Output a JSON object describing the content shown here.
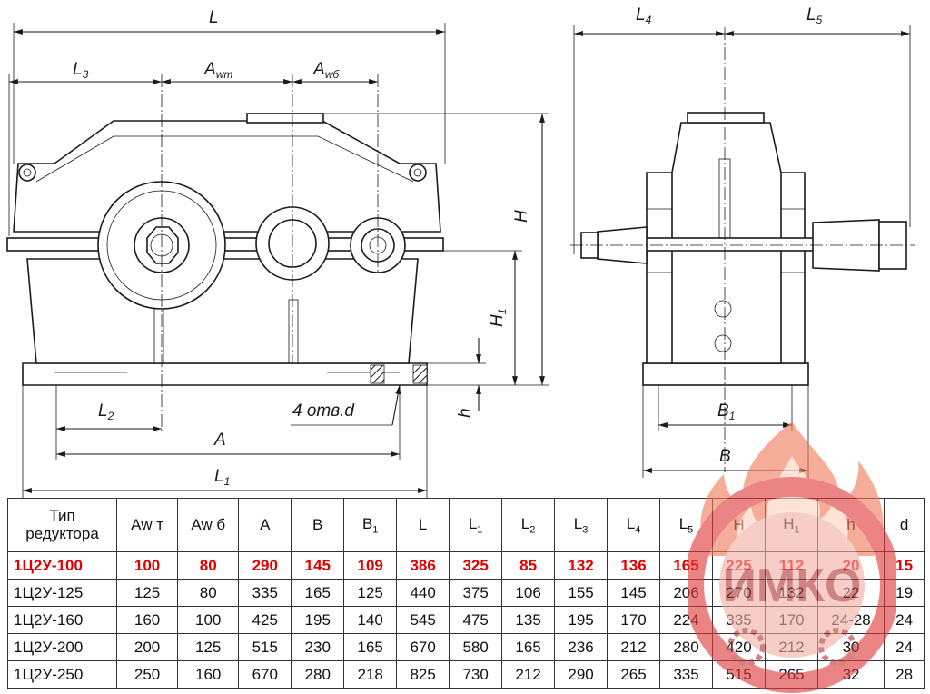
{
  "labels": {
    "L": "L",
    "L3": "L",
    "L3_sub": "3",
    "Awt": "A",
    "Awt_sub": "wт",
    "Awb": "A",
    "Awb_sub": "wб",
    "H": "H",
    "H1": "H",
    "H1_sub": "1",
    "h": "h",
    "L2": "L",
    "L2_sub": "2",
    "holes": "4 отв.d",
    "A": "A",
    "L1": "L",
    "L1_sub": "1",
    "L4": "L",
    "L4_sub": "4",
    "L5": "L",
    "L5_sub": "5",
    "B1": "B",
    "B1_sub": "1",
    "B": "B"
  },
  "table": {
    "header": {
      "type_line1": "Тип",
      "type_line2": "редуктора",
      "awt": "Aw т",
      "awb": "Aw б",
      "a": "A",
      "b": "B",
      "b1": "B",
      "b1_sub": "1",
      "l": "L",
      "l1": "L",
      "l1_sub": "1",
      "l2": "L",
      "l2_sub": "2",
      "l3": "L",
      "l3_sub": "3",
      "l4": "L",
      "l4_sub": "4",
      "l5": "L",
      "l5_sub": "5",
      "h_big": "H",
      "h1": "H",
      "h1_sub": "1",
      "h_small": "h",
      "d": "d"
    },
    "rows": [
      {
        "type": "1Ц2У-100",
        "awt": "100",
        "awb": "80",
        "a": "290",
        "b": "145",
        "b1": "109",
        "l": "386",
        "l1": "325",
        "l2": "85",
        "l3": "132",
        "l4": "136",
        "l5": "165",
        "h_big": "225",
        "h1": "112",
        "h_small": "20",
        "d": "15"
      },
      {
        "type": "1Ц2У-125",
        "awt": "125",
        "awb": "80",
        "a": "335",
        "b": "165",
        "b1": "125",
        "l": "440",
        "l1": "375",
        "l2": "106",
        "l3": "155",
        "l4": "145",
        "l5": "206",
        "h_big": "270",
        "h1": "132",
        "h_small": "22",
        "d": "19"
      },
      {
        "type": "1Ц2У-160",
        "awt": "160",
        "awb": "100",
        "a": "425",
        "b": "195",
        "b1": "140",
        "l": "545",
        "l1": "475",
        "l2": "135",
        "l3": "195",
        "l4": "170",
        "l5": "224",
        "h_big": "335",
        "h1": "170",
        "h_small": "24-28",
        "d": "24"
      },
      {
        "type": "1Ц2У-200",
        "awt": "200",
        "awb": "125",
        "a": "515",
        "b": "230",
        "b1": "165",
        "l": "670",
        "l1": "580",
        "l2": "165",
        "l3": "236",
        "l4": "212",
        "l5": "280",
        "h_big": "420",
        "h1": "212",
        "h_small": "30",
        "d": "24"
      },
      {
        "type": "1Ц2У-250",
        "awt": "250",
        "awb": "160",
        "a": "670",
        "b": "280",
        "b1": "218",
        "l": "825",
        "l1": "730",
        "l2": "212",
        "l3": "290",
        "l4": "265",
        "l5": "335",
        "h_big": "515",
        "h1": "265",
        "h_small": "32",
        "d": "28"
      }
    ]
  },
  "logo": {
    "text": "ИМКО",
    "color": "#e03a3a"
  }
}
